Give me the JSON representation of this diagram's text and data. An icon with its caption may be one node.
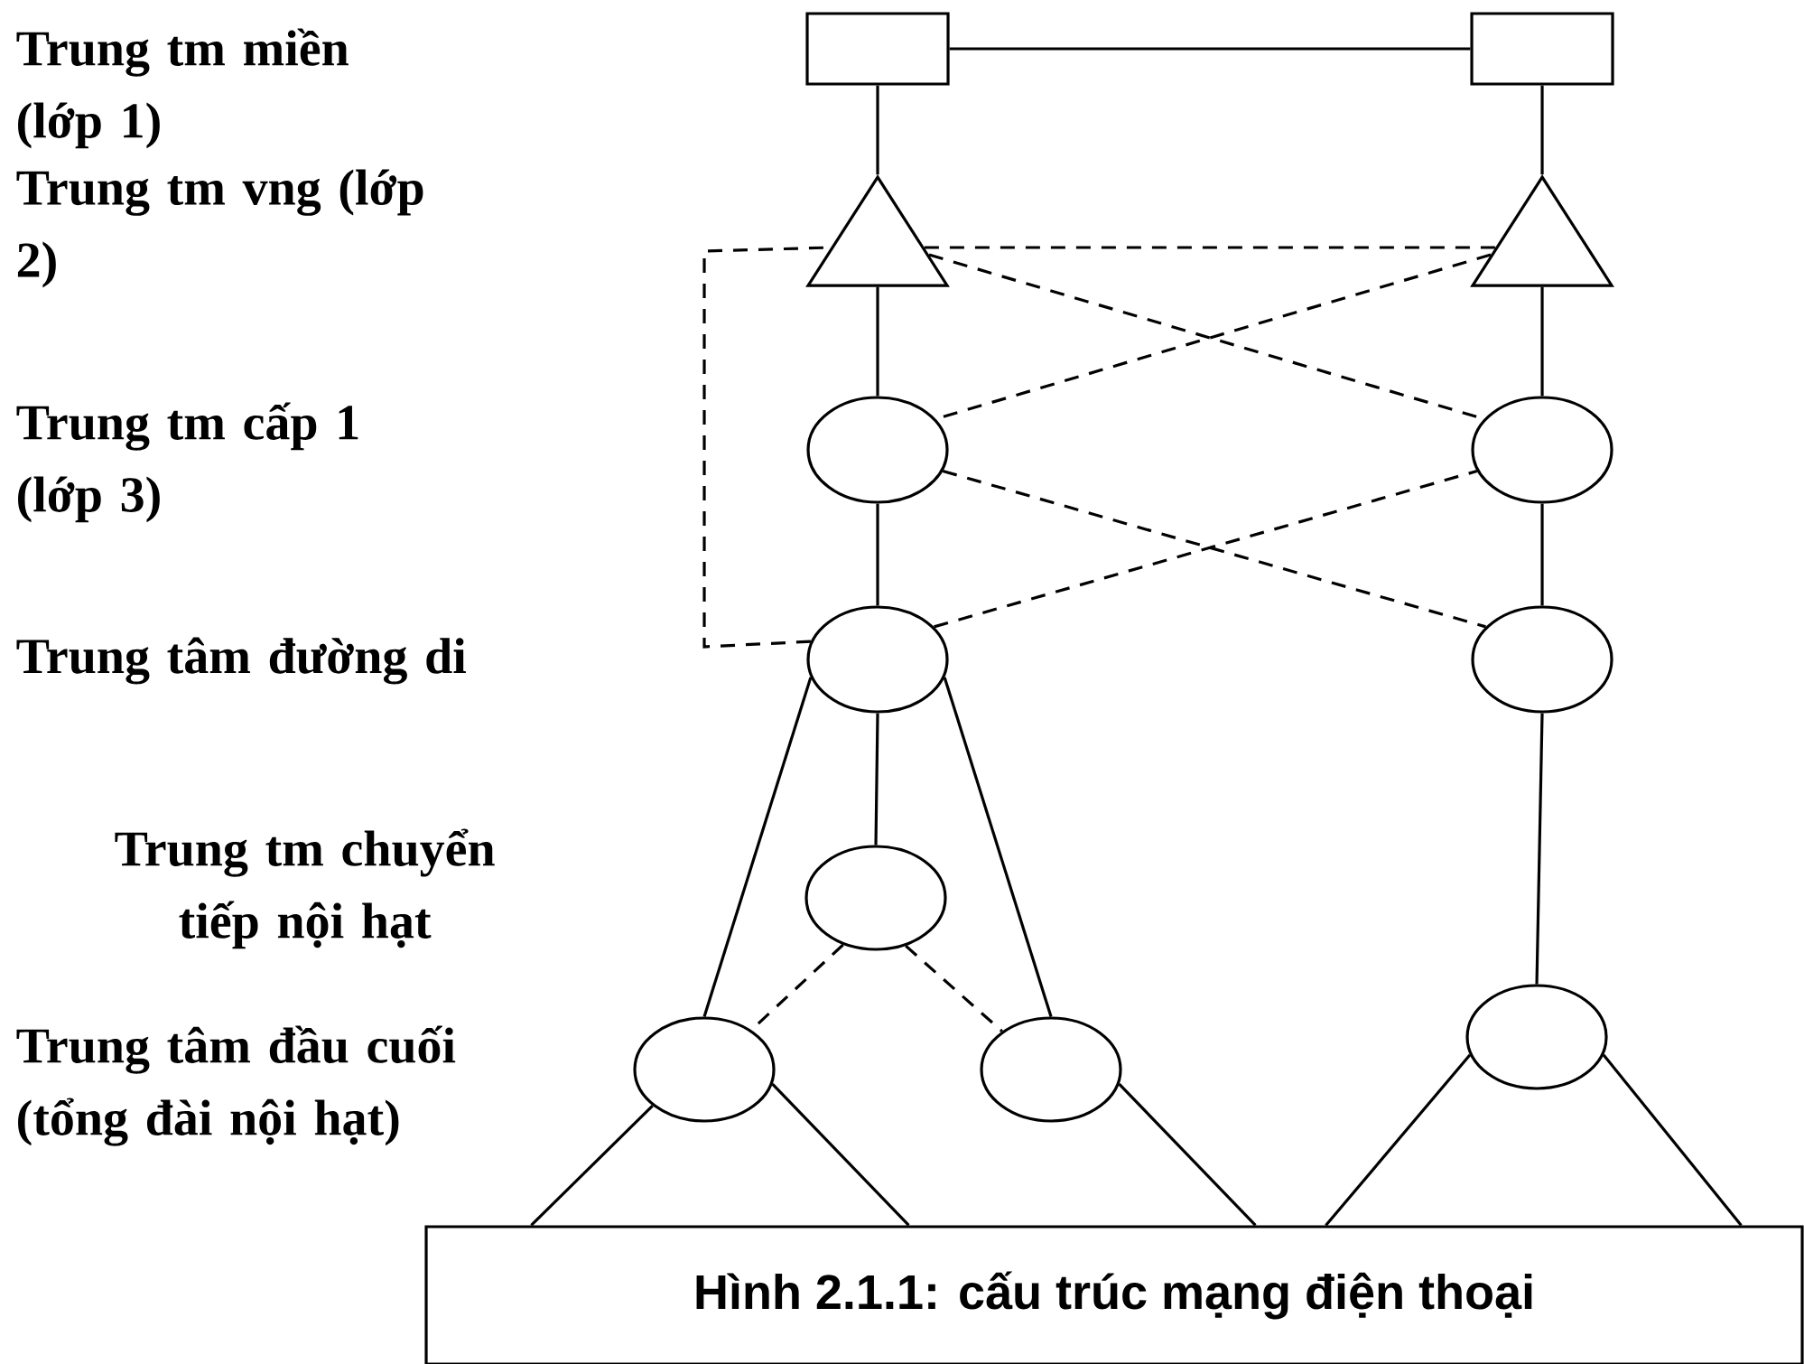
{
  "diagram": {
    "nodes": [
      {
        "text": [],
        "shape": "box"
      },
      {
        "text": [],
        "shape": "box"
      },
      {
        "text": [],
        "shape": "triangle"
      },
      {
        "text": [],
        "shape": "triangle"
      },
      {
        "text": [],
        "shape": "ellipse"
      },
      {
        "text": [],
        "shape": "ellipse"
      },
      {
        "text": [],
        "shape": "ellipse"
      },
      {
        "text": [],
        "shape": "ellipse"
      },
      {
        "text": [],
        "shape": "ellipse"
      },
      {
        "text": [],
        "shape": "ellipse"
      },
      {
        "text": [],
        "shape": "ellipse"
      },
      {
        "text": [],
        "shape": "ellipse"
      },
      {
        "text": [
          "Hình 2.1.1: cấu trúc mạng điện thoại"
        ]
      }
    ],
    "edges": [
      {
        "from": 0,
        "to": 1,
        "arrow": "none"
      },
      {
        "from": 0,
        "to": 2,
        "arrow": "none"
      },
      {
        "from": 1,
        "to": 3,
        "arrow": "none"
      },
      {
        "from": 2,
        "to": 4,
        "arrow": "none"
      },
      {
        "from": 3,
        "to": 5,
        "arrow": "none"
      },
      {
        "from": 4,
        "to": 6,
        "arrow": "none"
      },
      {
        "from": 5,
        "to": 7,
        "arrow": "none"
      },
      {
        "from": 2,
        "to": 3,
        "arrow": "none",
        "style": "dashed"
      },
      {
        "from": 2,
        "to": 5,
        "arrow": "none",
        "style": "dashed"
      },
      {
        "from": 3,
        "to": 4,
        "arrow": "none",
        "style": "dashed"
      },
      {
        "from": 4,
        "to": 7,
        "arrow": "none",
        "style": "dashed"
      },
      {
        "from": 6,
        "to": 5,
        "arrow": "none",
        "style": "dashed"
      },
      {
        "from": 6,
        "to": 2,
        "arrow": "none",
        "style": "dashed"
      },
      {
        "from": 6,
        "to": 8,
        "arrow": "none"
      },
      {
        "from": 6,
        "to": 9,
        "arrow": "none"
      },
      {
        "from": 6,
        "to": 10,
        "arrow": "none"
      },
      {
        "from": 8,
        "to": 9,
        "arrow": "none",
        "style": "dashed"
      },
      {
        "from": 8,
        "to": 10,
        "arrow": "none",
        "style": "dashed"
      },
      {
        "from": 7,
        "to": 11,
        "arrow": "none"
      },
      {
        "from": 9,
        "to": 12,
        "arrow": "none"
      },
      {
        "from": 9,
        "to": 12,
        "arrow": "none"
      },
      {
        "from": 10,
        "to": 12,
        "arrow": "none"
      },
      {
        "from": 11,
        "to": 12,
        "arrow": "none"
      },
      {
        "from": 11,
        "to": 12,
        "arrow": "none"
      }
    ],
    "labels": [
      "Trung tm miền (lớp 1)",
      "Trung tm vng (lớp 2)",
      "Trung tm cấp 1 (lớp 3)",
      "Trung tâm đường di",
      "Trung tm chuyển tiếp nội hạt",
      "Trung tâm đầu cuối (tổng đài nội hạt)"
    ]
  }
}
